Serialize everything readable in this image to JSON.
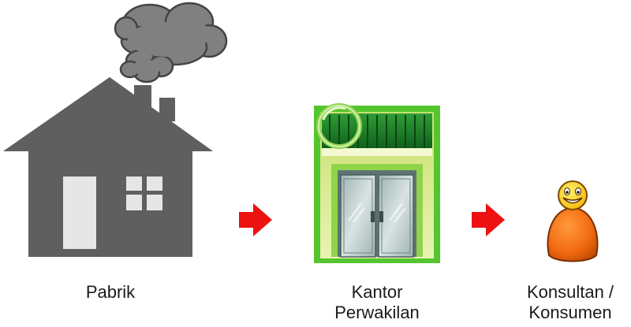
{
  "flow": {
    "nodes": [
      {
        "label_lines": [
          "Pabrik"
        ],
        "icon": "factory-house-icon"
      },
      {
        "label_lines": [
          "Kantor",
          "Perwakilan"
        ],
        "icon": "office-building-icon"
      },
      {
        "label_lines": [
          "Konsultan /",
          "Konsumen"
        ],
        "icon": "person-icon"
      }
    ],
    "connector_icon": "arrow-right-icon",
    "colors": {
      "house": "#5f5f5f",
      "smoke": "#7a7a7a",
      "house_door": "#e6e6e6",
      "building_frame": "#55c52f",
      "building_glass": "#b5c9c8",
      "arrow": "#ee1111",
      "person": "#f26a10",
      "face": "#ffd21e"
    }
  }
}
